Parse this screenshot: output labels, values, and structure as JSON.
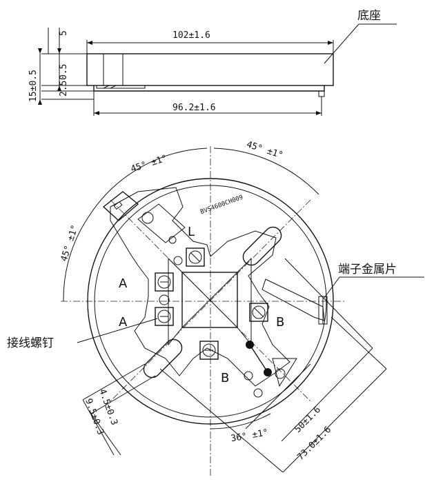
{
  "labels": {
    "base": "底座",
    "terminal_metal": "端子金属片",
    "wiring_screw": "接线螺钉",
    "model_code": "BVS4600CH009"
  },
  "dimensions": {
    "width_top": "102±1.6",
    "width_bottom": "96.2±1.6",
    "side_5": "5",
    "side_0_5": "0.5",
    "side_2_5": "2.5",
    "side_15": "15±0.5",
    "angle_top_left": "45° ±1°",
    "angle_top_right": "45° ±1°",
    "angle_left": "45° ±1°",
    "angle_bottom": "36° ±1°",
    "dim_50": "50±1.6",
    "dim_73": "73.0±1.6",
    "dim_4_5": "4.5±0.3",
    "dim_9_5": "9.5±0.3"
  },
  "terminal_marks": {
    "L": "L",
    "A1": "A",
    "A2": "A",
    "B1": "B",
    "B2": "B"
  }
}
